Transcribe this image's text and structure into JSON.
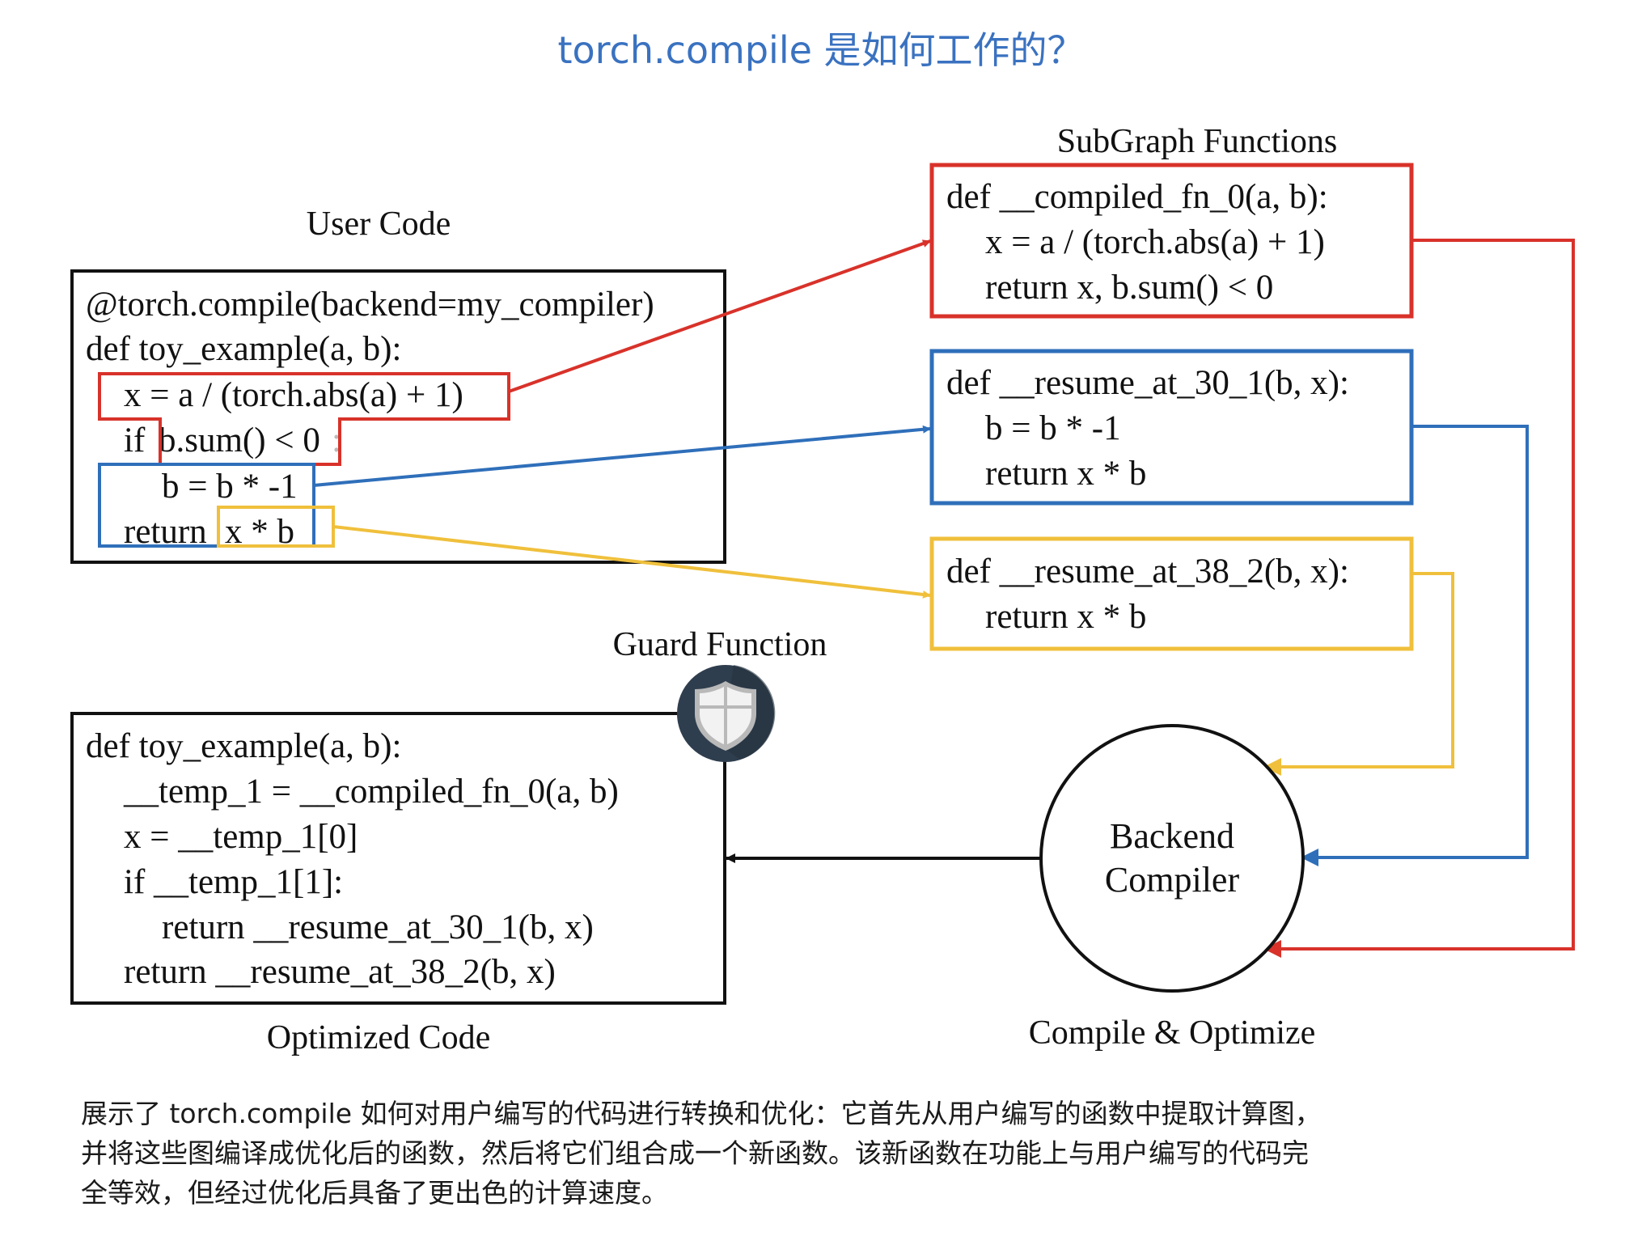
{
  "title": "torch.compile 是如何工作的？",
  "colors": {
    "title": "#3a72c0",
    "red": "#d8322a",
    "blue": "#2f6fba",
    "yellow": "#f0c03c",
    "black": "#111111",
    "shield_bg": "#2f3e4e",
    "shield_face": "#f2f2f2"
  },
  "user_code": {
    "label": "User Code",
    "lines": [
      "@torch.compile(backend=my_compiler)",
      "def toy_example(a, b):",
      "x = a / (torch.abs(a) + 1)",
      "if",
      "b.sum() < 0",
      ":",
      "b = b * -1",
      "return",
      "x * b"
    ]
  },
  "subgraph": {
    "label": "SubGraph Functions",
    "functions": [
      {
        "color": "red",
        "lines": [
          "def __compiled_fn_0(a, b):",
          "x = a / (torch.abs(a) + 1)",
          "return x, b.sum() < 0"
        ]
      },
      {
        "color": "blue",
        "lines": [
          "def __resume_at_30_1(b, x):",
          "b = b * -1",
          "return x * b"
        ]
      },
      {
        "color": "yellow",
        "lines": [
          "def __resume_at_38_2(b, x):",
          "return x * b"
        ]
      }
    ]
  },
  "guard": {
    "label": "Guard Function",
    "icon": "shield-icon"
  },
  "optimized_code": {
    "label": "Optimized Code",
    "lines": [
      "def toy_example(a, b):",
      "__temp_1 = __compiled_fn_0(a, b)",
      "x = __temp_1[0]",
      "if __temp_1[1]:",
      "return __resume_at_30_1(b, x)",
      "return __resume_at_38_2(b, x)"
    ]
  },
  "backend": {
    "line1": "Backend",
    "line2": "Compiler",
    "label": "Compile & Optimize"
  },
  "caption": {
    "lines": [
      "展示了 torch.compile 如何对用户编写的代码进行转换和优化：它首先从用户编写的函数中提取计算图，",
      "并将这些图编译成优化后的函数，然后将它们组合成一个新函数。该新函数在功能上与用户编写的代码完",
      "全等效，但经过优化后具备了更出色的计算速度。"
    ]
  }
}
